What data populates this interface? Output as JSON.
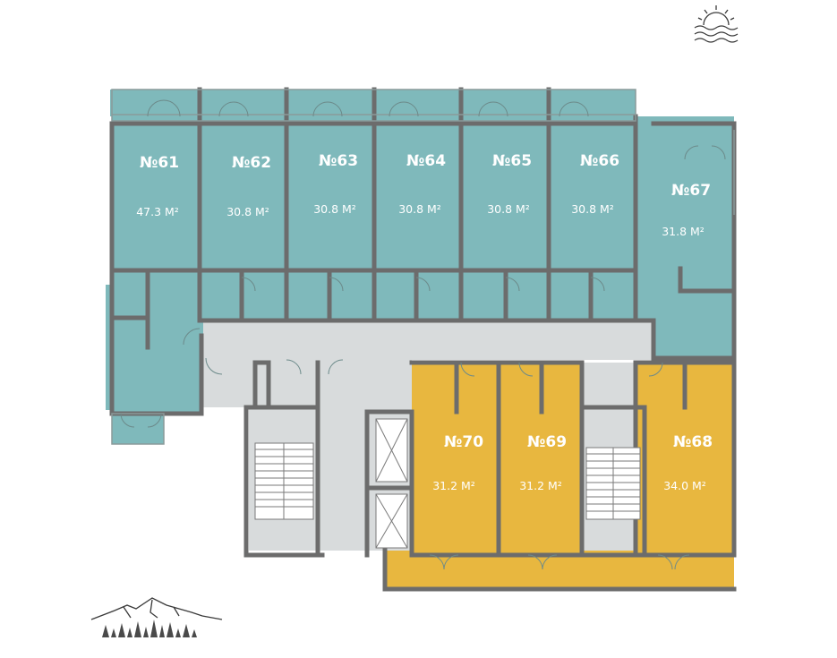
{
  "colors": {
    "teal_unit": "#7fb9bb",
    "yellow_unit": "#e8b73f",
    "corridor": "#d8dbdc",
    "wall": "#6c6c6c",
    "label": "#ffffff"
  },
  "icons": [
    "sun-over-sea-icon",
    "mountain-forest-icon"
  ],
  "units": [
    {
      "id": "61",
      "number": "№61",
      "area": "47.3 М²",
      "color": "teal"
    },
    {
      "id": "62",
      "number": "№62",
      "area": "30.8 М²",
      "color": "teal"
    },
    {
      "id": "63",
      "number": "№63",
      "area": "30.8 М²",
      "color": "teal"
    },
    {
      "id": "64",
      "number": "№64",
      "area": "30.8 М²",
      "color": "teal"
    },
    {
      "id": "65",
      "number": "№65",
      "area": "30.8 М²",
      "color": "teal"
    },
    {
      "id": "66",
      "number": "№66",
      "area": "30.8 М²",
      "color": "teal"
    },
    {
      "id": "67",
      "number": "№67",
      "area": "31.8 М²",
      "color": "teal"
    },
    {
      "id": "70",
      "number": "№70",
      "area": "31.2 М²",
      "color": "yellow"
    },
    {
      "id": "69",
      "number": "№69",
      "area": "31.2 М²",
      "color": "yellow"
    },
    {
      "id": "68",
      "number": "№68",
      "area": "34.0 М²",
      "color": "yellow"
    }
  ]
}
